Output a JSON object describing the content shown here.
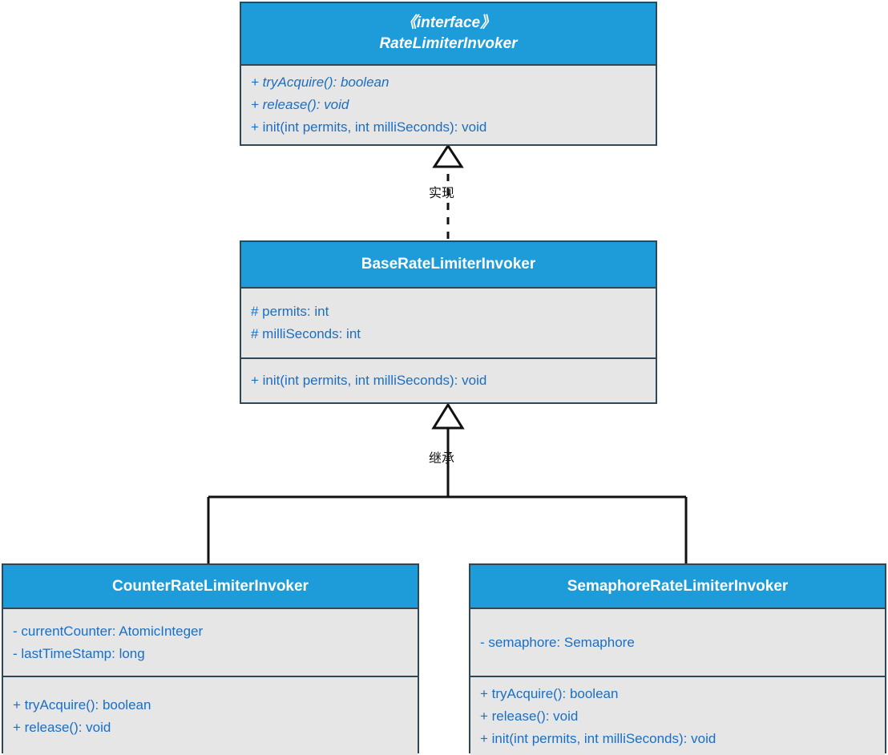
{
  "diagram": {
    "kind": "uml-class-diagram",
    "colors": {
      "header_fill": "#1e9bd9",
      "body_fill": "#e6e6e6",
      "border": "#2f4858",
      "member_text": "#1a6fc4",
      "header_text": "#ffffff",
      "connector": "#111111",
      "canvas": "#ffffff"
    },
    "classes": [
      {
        "id": "rate-limiter-invoker",
        "stereotype": "《interface》",
        "name": "RateLimiterInvoker",
        "abstract": true,
        "attributes": [],
        "operations": [
          {
            "text": "+ tryAcquire(): boolean",
            "abstract": true
          },
          {
            "text": "+ release(): void",
            "abstract": true
          },
          {
            "text": "+ init(int permits, int milliSeconds): void",
            "abstract": false
          }
        ]
      },
      {
        "id": "base-rate-limiter-invoker",
        "stereotype": "",
        "name": "BaseRateLimiterInvoker",
        "abstract": false,
        "attributes": [
          {
            "text": "# permits: int",
            "abstract": false
          },
          {
            "text": "# milliSeconds: int",
            "abstract": false
          }
        ],
        "operations": [
          {
            "text": "+ init(int permits, int milliSeconds): void",
            "abstract": false
          }
        ]
      },
      {
        "id": "counter-rate-limiter-invoker",
        "stereotype": "",
        "name": "CounterRateLimiterInvoker",
        "abstract": false,
        "attributes": [
          {
            "text": "- currentCounter: AtomicInteger",
            "abstract": false
          },
          {
            "text": "- lastTimeStamp: long",
            "abstract": false
          }
        ],
        "operations": [
          {
            "text": "+ tryAcquire(): boolean",
            "abstract": false
          },
          {
            "text": "+ release(): void",
            "abstract": false
          }
        ]
      },
      {
        "id": "semaphore-rate-limiter-invoker",
        "stereotype": "",
        "name": "SemaphoreRateLimiterInvoker",
        "abstract": false,
        "attributes": [
          {
            "text": "- semaphore: Semaphore",
            "abstract": false
          }
        ],
        "operations": [
          {
            "text": "+ tryAcquire(): boolean",
            "abstract": false
          },
          {
            "text": "+ release(): void",
            "abstract": false
          },
          {
            "text": "+ init(int permits, int milliSeconds): void",
            "abstract": false
          }
        ]
      }
    ],
    "connectors": [
      {
        "id": "realization",
        "label": "实现",
        "style": "dashed",
        "arrow": "hollow-triangle",
        "from": "base-rate-limiter-invoker",
        "to": "rate-limiter-invoker"
      },
      {
        "id": "generalization",
        "label": "继承",
        "style": "solid",
        "arrow": "hollow-triangle",
        "from": "counter-rate-limiter-invoker,semaphore-rate-limiter-invoker",
        "to": "base-rate-limiter-invoker"
      }
    ]
  }
}
